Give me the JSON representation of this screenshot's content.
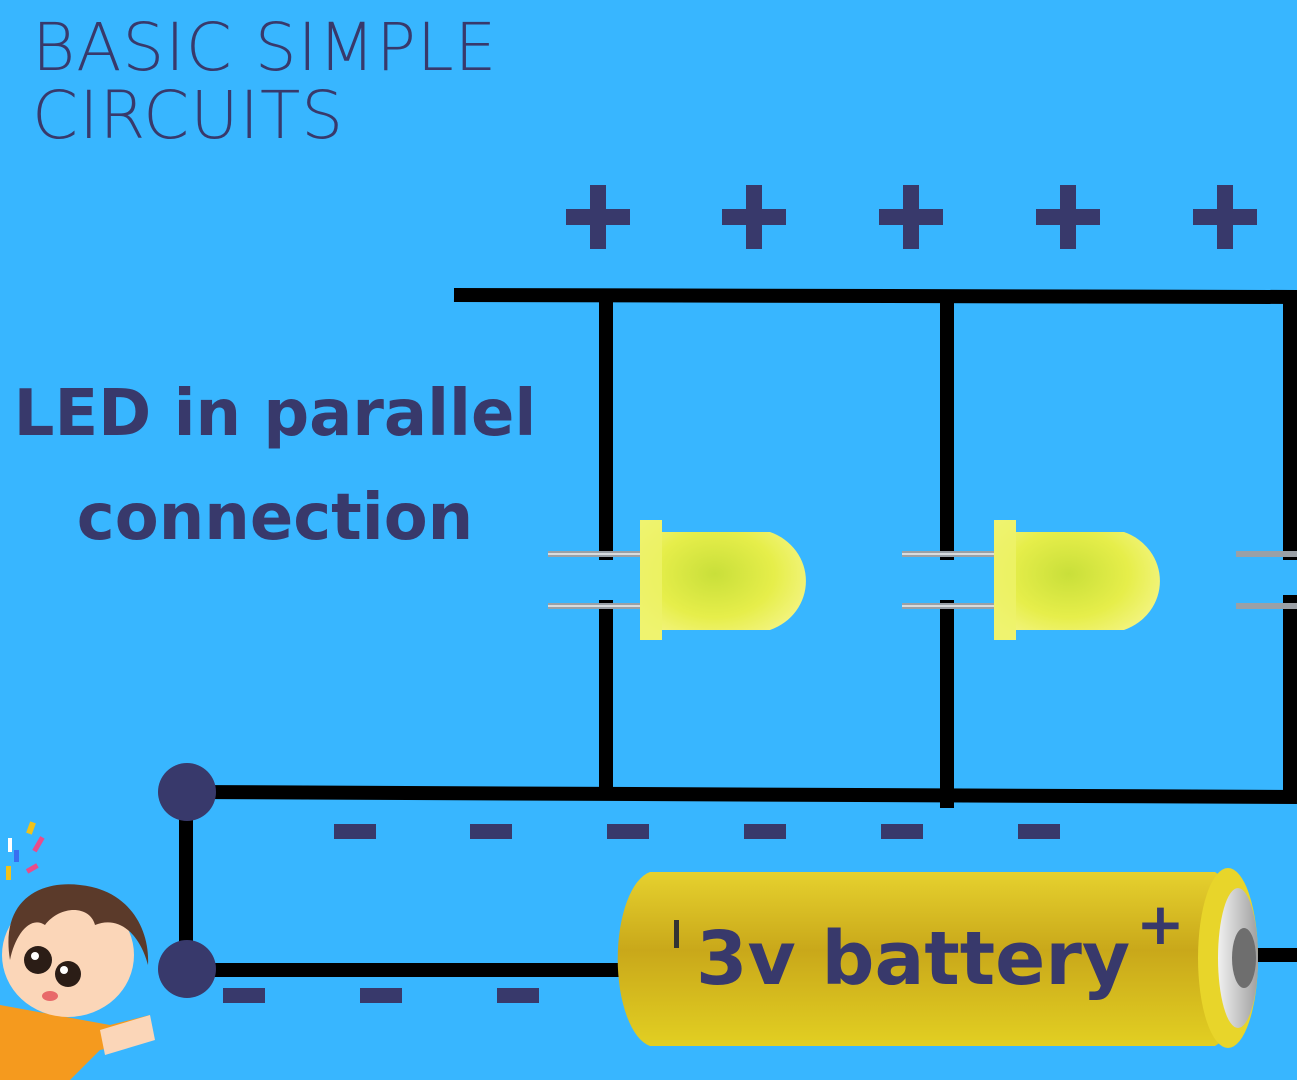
{
  "title": {
    "line1": "BASIC SIMPLE",
    "line2": "CIRCUITS"
  },
  "subtitle": {
    "line1": "LED in parallel",
    "line2": "connection"
  },
  "battery": {
    "label": "3v battery",
    "terminal_sign": "+"
  },
  "colors": {
    "background": "#38b6ff",
    "text": "#38396b",
    "wire": "#000000",
    "node": "#38396b",
    "led": "#e8f060",
    "battery": "#d9c21a"
  },
  "icons": [
    "led-icon",
    "battery-icon",
    "child-illustration",
    "confetti-icon"
  ]
}
